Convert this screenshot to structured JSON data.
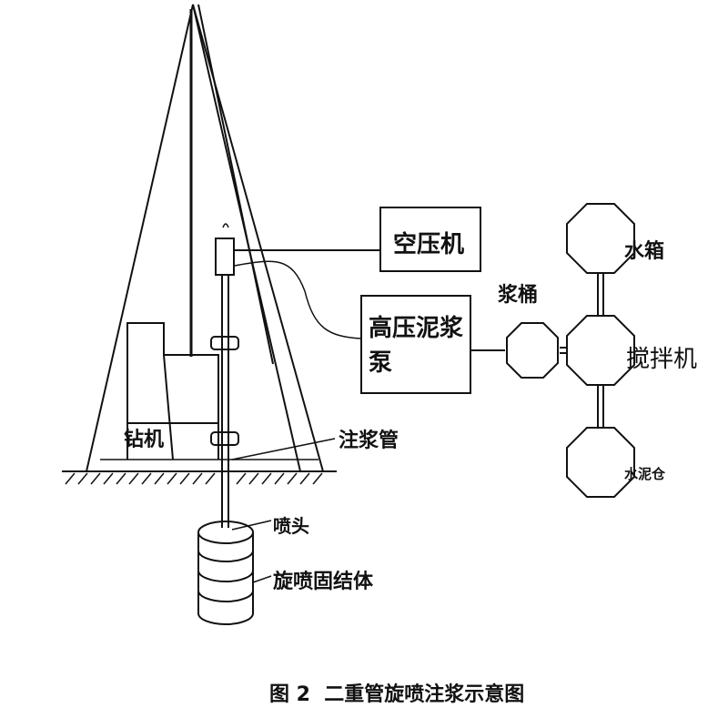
{
  "labels": {
    "air_compressor": "空压机",
    "pump_line1": "高压泥浆",
    "pump_line2": "泵",
    "slurry_bucket": "浆桶",
    "water_tank": "水箱",
    "mixer": "搅拌机",
    "cement_silo": "水泥仓",
    "drill_rig": "钻机",
    "grout_pipe": "注浆管",
    "nozzle": "喷头",
    "consolidated_body": "旋喷固结体"
  },
  "caption": "图 2  二重管旋喷注浆示意图",
  "colors": {
    "line": "#111111",
    "background": "#ffffff"
  }
}
